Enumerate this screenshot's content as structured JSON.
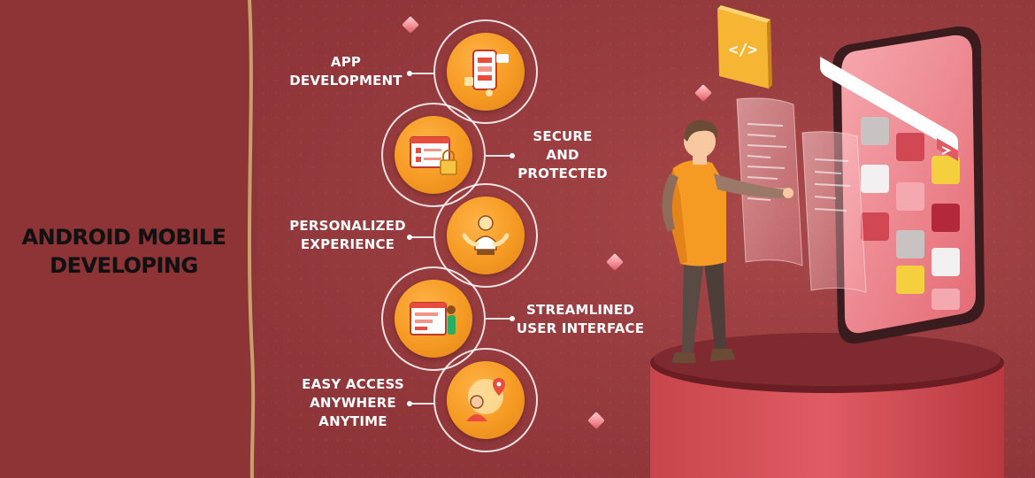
{
  "title": {
    "line1": "ANDROID MOBILE",
    "line2": "DEVELOPING"
  },
  "features": [
    {
      "lines": [
        "APP",
        "DEVELOPMENT"
      ],
      "icon": "phone-app-icon"
    },
    {
      "lines": [
        "SECURE",
        "AND",
        "PROTECTED"
      ],
      "icon": "lock-shield-icon"
    },
    {
      "lines": [
        "PERSONALIZED",
        "EXPERIENCE"
      ],
      "icon": "person-hands-icon"
    },
    {
      "lines": [
        "STREAMLINED",
        "USER INTERFACE"
      ],
      "icon": "ui-screen-icon"
    },
    {
      "lines": [
        "EASY ACCESS",
        "ANYWHERE",
        "ANYTIME"
      ],
      "icon": "location-person-icon"
    }
  ],
  "illustration": {
    "code_tag": "</>"
  },
  "colors": {
    "left_panel": "#8e3437",
    "divider": "#c7a06a",
    "accent_orange": "#f59a23",
    "pink": "#f28a92"
  }
}
